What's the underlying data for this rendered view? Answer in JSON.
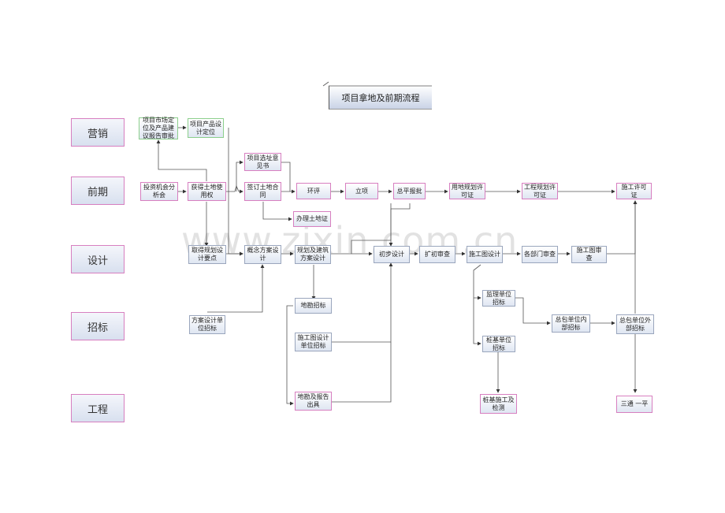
{
  "title": "项目拿地及前期流程",
  "watermark": "www.zixin.com.cn",
  "lanes": {
    "marketing": "营销",
    "preliminary": "前期",
    "design": "设计",
    "bidding": "招标",
    "engineering": "工程"
  },
  "nodes": {
    "market_report": "项目市场定位及产品建议报告审批",
    "product_design": "项目产品设计定位",
    "investment_meeting": "投资机会分析会",
    "land_rights": "获得土地使用权",
    "site_selection": "项目选址意见书",
    "land_contract": "签订土地合同",
    "env_assessment": "环评",
    "project_approval": "立项",
    "master_plan": "总平报批",
    "land_permit": "用地规划许可证",
    "engineering_permit": "工程规划许可证",
    "construction_permit": "施工许可证",
    "land_certificate": "办理土地证",
    "planning_points": "取得规划设计要点",
    "concept_design": "概念方案设计",
    "architecture_design": "规划及建筑方案设计",
    "preliminary_design": "初步设计",
    "expansion_review": "扩初审查",
    "construction_drawing": "施工图设计",
    "dept_review": "各部门审查",
    "drawing_review": "施工图审查",
    "scheme_bidding": "方案设计单位招标",
    "survey_bidding": "地勘招标",
    "drawing_bidding": "施工图设计单位招标",
    "survey_report": "地勘及报告出具",
    "supervision_bidding": "监理单位招标",
    "internal_subcontract": "总包单位内部招标",
    "external_subcontract": "总包单位外部招标",
    "pile_bidding": "桩基单位招标",
    "pile_construction": "桩基施工及检测",
    "three_one": "三通 一平"
  }
}
